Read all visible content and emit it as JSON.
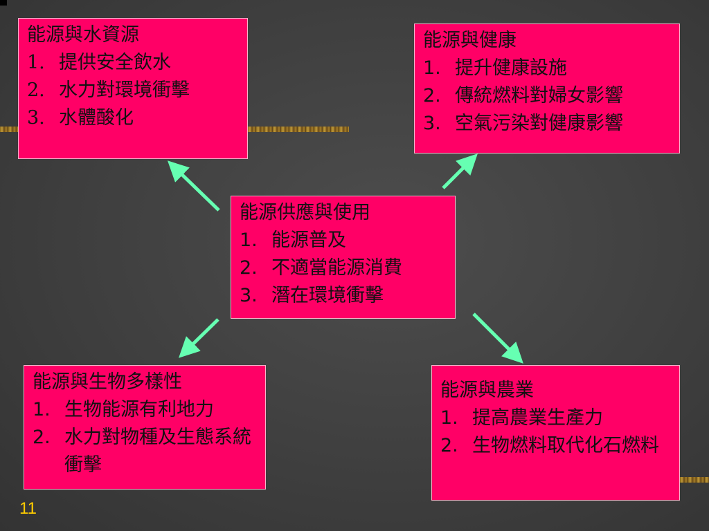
{
  "colors": {
    "box_fill": "#ff0066",
    "box_border": "#ffb3cc",
    "arrow": "#66ffb2",
    "page_number": "#ffcc00",
    "background": "#444444"
  },
  "boxes": {
    "water": {
      "title": "能源與水資源",
      "items": [
        {
          "num": "1.",
          "text": "提供安全飲水"
        },
        {
          "num": "2.",
          "text": "水力對環境衝擊"
        },
        {
          "num": "3.",
          "text": "水體酸化"
        }
      ]
    },
    "health": {
      "title": "能源與健康",
      "items": [
        {
          "num": "1.",
          "text": "提升健康設施"
        },
        {
          "num": "2.",
          "text": "傳統燃料對婦女影響"
        },
        {
          "num": "3.",
          "text": "空氣污染對健康影響"
        }
      ]
    },
    "center": {
      "title": "能源供應與使用",
      "items": [
        {
          "num": "1.",
          "text": "能源普及"
        },
        {
          "num": "2.",
          "text": "不適當能源消費"
        },
        {
          "num": "3.",
          "text": "潛在環境衝擊"
        }
      ]
    },
    "biodiversity": {
      "title": "能源與生物多樣性",
      "items": [
        {
          "num": "1.",
          "text": "生物能源有利地力"
        },
        {
          "num": "2.",
          "text": "水力對物種及生態系統衝擊"
        }
      ]
    },
    "agriculture": {
      "title": "能源與農業",
      "items": [
        {
          "num": "1.",
          "text": "提高農業生產力"
        },
        {
          "num": "2.",
          "text": "生物燃料取代化石燃料"
        }
      ]
    }
  },
  "page_number": "11"
}
